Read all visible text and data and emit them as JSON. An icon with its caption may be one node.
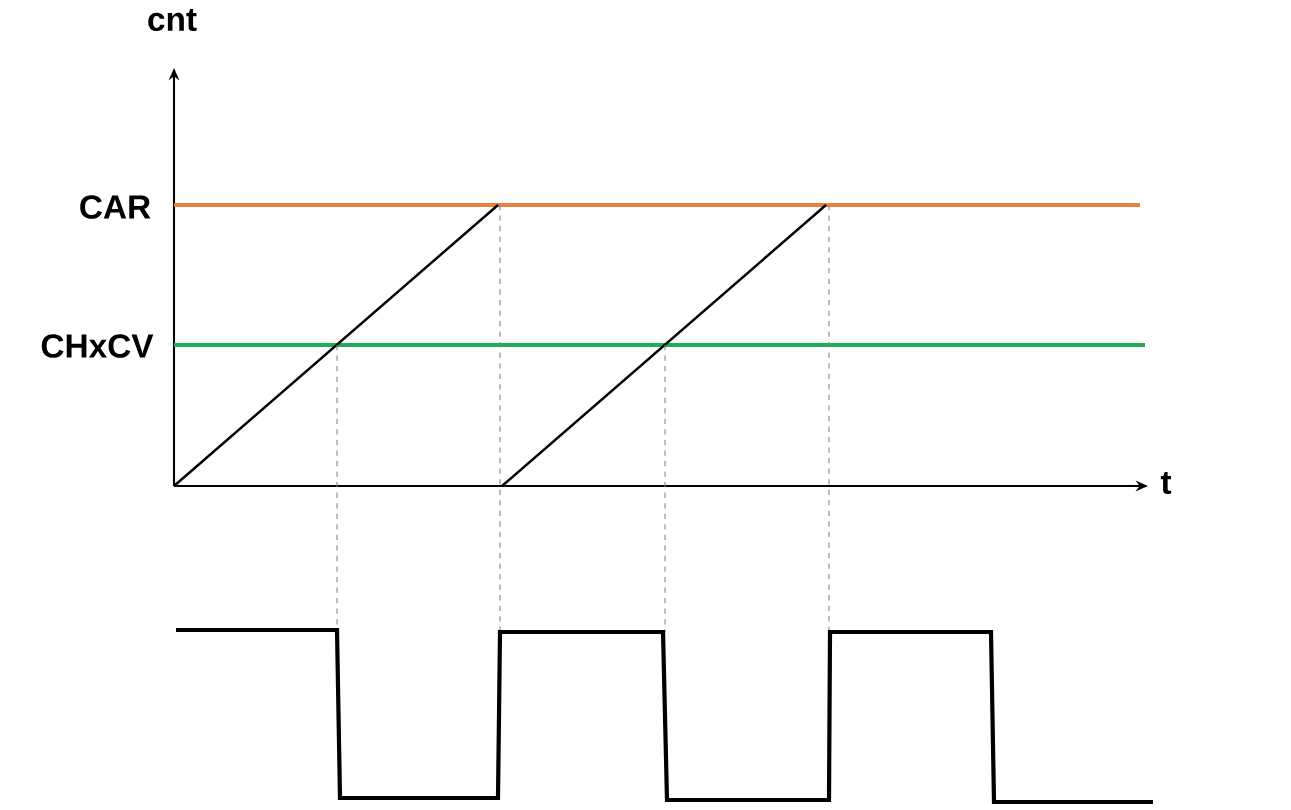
{
  "diagram": {
    "labels": [
      "cnt",
      "CAR",
      "CHxCV",
      "t"
    ]
  }
}
